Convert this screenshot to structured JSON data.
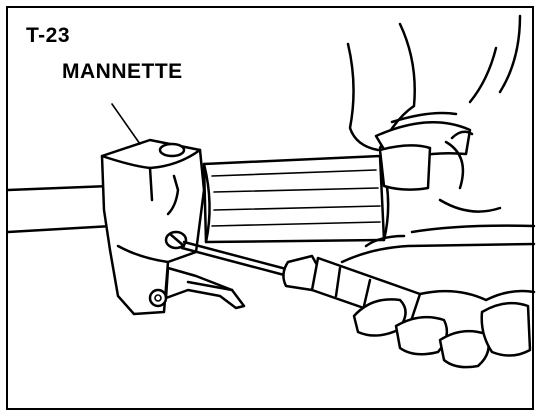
{
  "figure": {
    "id": "T-23",
    "part_label": "MANNETTE"
  },
  "icons": [
    "handlebar-grip-illustration",
    "brake-lever-illustration",
    "screwdriver-icon",
    "hand-illustration"
  ]
}
